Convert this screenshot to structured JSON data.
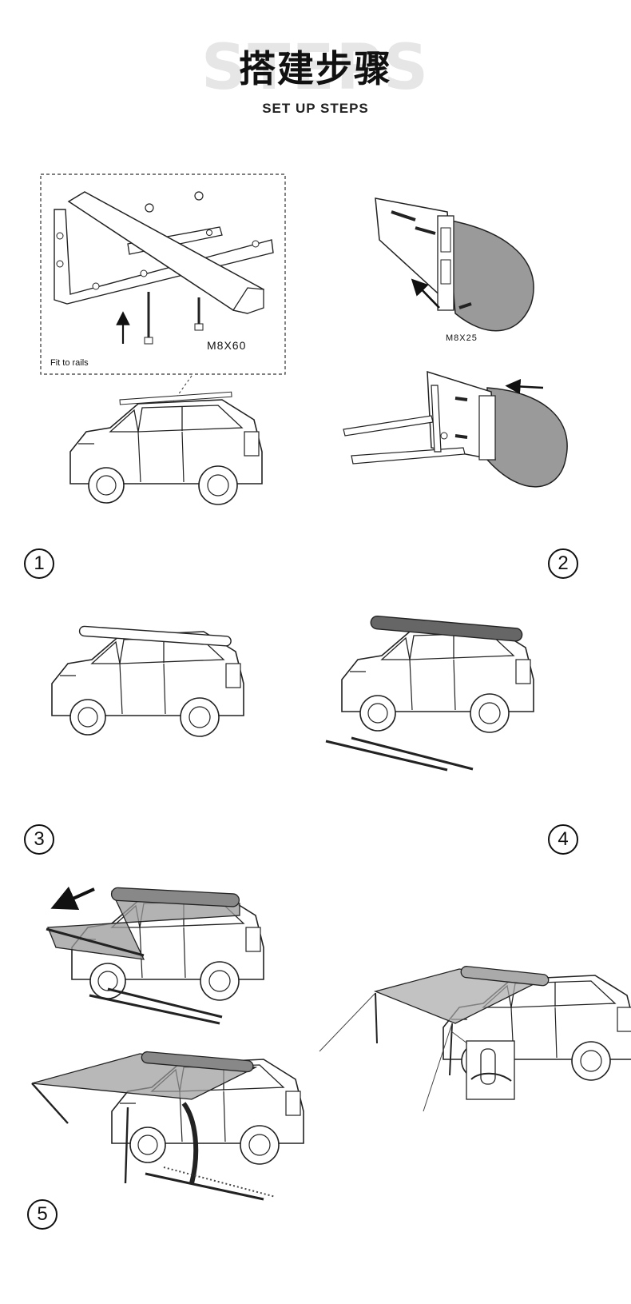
{
  "header": {
    "background_word": "STEPS",
    "title": "搭建步骤",
    "subtitle": "SET UP STEPS"
  },
  "step1": {
    "bolt_label": "M8X60",
    "caption": "Fit to rails",
    "number": "1"
  },
  "step2": {
    "bolt_label": "M8X25",
    "number": "2"
  },
  "step3": {
    "number": "3"
  },
  "step4": {
    "number": "4"
  },
  "step5": {
    "number": "5"
  },
  "colors": {
    "line": "#222222",
    "fabric": "#9a9a9a",
    "fabric_light": "#b3b3b3",
    "background": "#ffffff"
  }
}
